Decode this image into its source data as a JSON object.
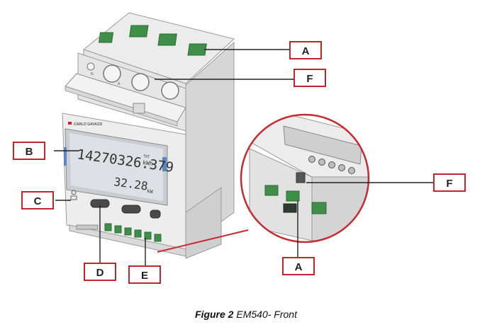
{
  "device": {
    "brand": "CARLO GAVAZZI",
    "display": {
      "main_value": "14270326.379",
      "main_tag": "TOT",
      "main_unit": "kWh",
      "sub_value": "32.28",
      "sub_unit": "kW"
    },
    "terminal_marks": [
      "N",
      "A"
    ]
  },
  "callouts": [
    {
      "id": "A",
      "label": "A"
    },
    {
      "id": "F",
      "label": "F"
    },
    {
      "id": "B",
      "label": "B"
    },
    {
      "id": "C",
      "label": "C"
    },
    {
      "id": "D",
      "label": "D"
    },
    {
      "id": "E",
      "label": "E"
    },
    {
      "id": "F2",
      "label": "F"
    },
    {
      "id": "A2",
      "label": "A"
    }
  ],
  "caption": {
    "figure": "Figure 2",
    "title": "EM540- Front"
  },
  "colors": {
    "callout_border": "#c0262d",
    "zoom_circle": "#c62b33",
    "housing": "#e9e9e9",
    "terminal_green": "#3f8f4a",
    "lcd_bg": "#dde0e4",
    "lcd_accent": "#5a86c8"
  }
}
